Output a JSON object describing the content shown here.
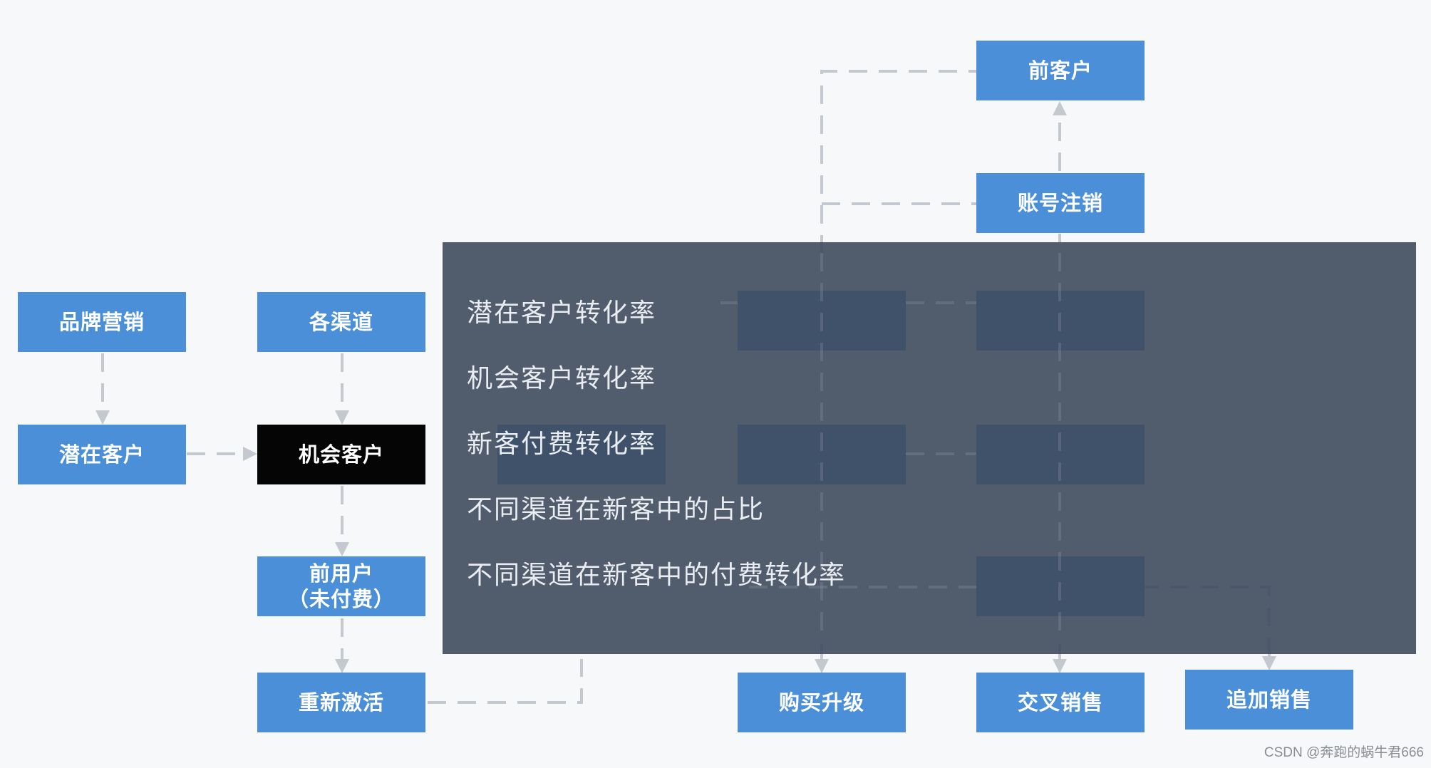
{
  "nodes": {
    "brand_marketing": "品牌营销",
    "channels": "各渠道",
    "potential_customer": "潜在客户",
    "opportunity_customer": "机会客户",
    "former_user_line1": "前用户",
    "former_user_line2": "（未付费）",
    "reactivation": "重新激活",
    "former_customer": "前客户",
    "account_cancel": "账号注销",
    "purchase_upgrade": "购买升级",
    "cross_sell": "交叉销售",
    "upsell": "追加销售"
  },
  "metrics": [
    "潜在客户转化率",
    "机会客户转化率",
    "新客付费转化率",
    "不同渠道在新客中的占比",
    "不同渠道在新客中的付费转化率"
  ],
  "watermark": "CSDN @奔跑的蜗牛君666",
  "colors": {
    "node_fill": "#4a8fd8",
    "active_node_fill": "#050505",
    "overlay": "#404c5e",
    "connector": "#c4c8cf"
  }
}
